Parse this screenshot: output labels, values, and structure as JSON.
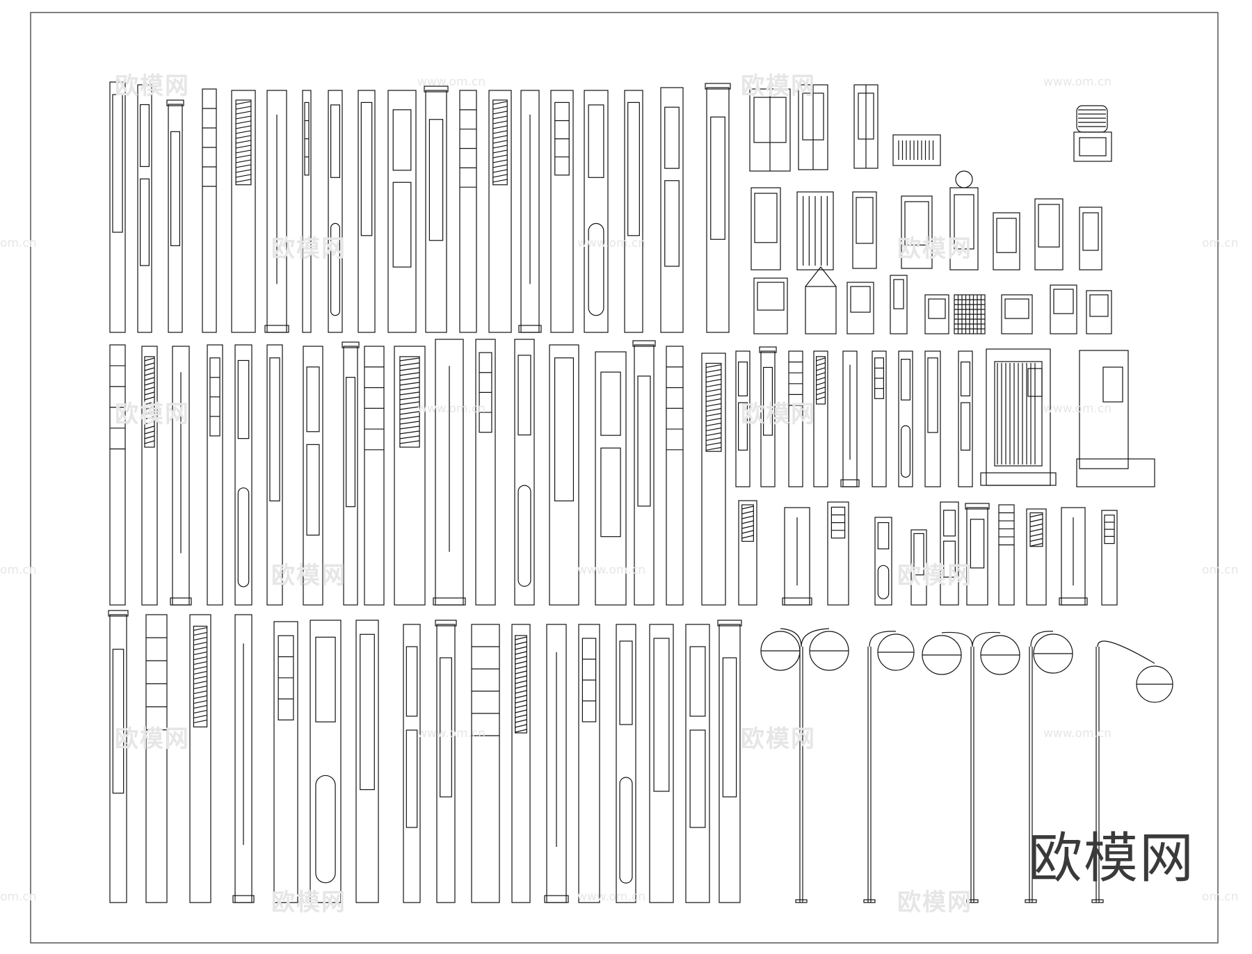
{
  "brand": {
    "text": "欧模网"
  },
  "watermark": {
    "name": "欧模网",
    "url": "www.om.cn",
    "url_short": "om.cn"
  },
  "colors": {
    "line": "#111111",
    "frame": "#555555",
    "background": "#ffffff",
    "watermark": "#e6e6e6"
  }
}
